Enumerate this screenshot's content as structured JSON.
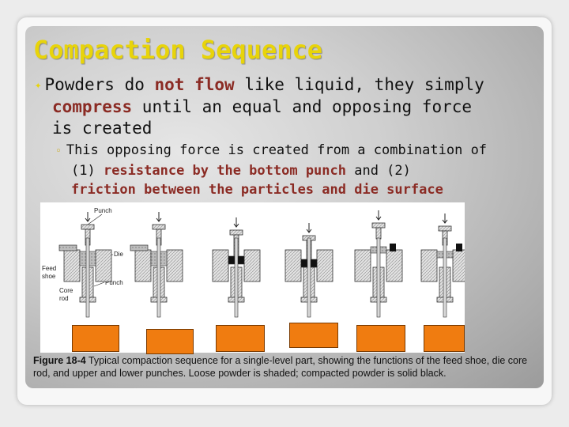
{
  "slide": {
    "title": "Compaction Sequence",
    "bullet1": {
      "pre": "Powders do ",
      "hl1": "not flow",
      "mid": " like liquid, they simply",
      "hl2": "compress",
      "post": " until an equal and opposing force",
      "line3": "is created"
    },
    "bullet2": {
      "line1": "This opposing force is created from a combination of",
      "pre2": "(1) ",
      "hl1": "resistance by the bottom punch",
      "mid2": " and (2)",
      "hl2": "friction between the particles and die surface"
    }
  },
  "figure": {
    "labels": {
      "punch_top": "Punch",
      "die": "Die",
      "feed_shoe": "Feed\nshoe",
      "punch_bottom": "Punch",
      "core_rod": "Core\nrod"
    },
    "caption_label": "Figure 18-4",
    "caption_text": " Typical compaction sequence for a single-level part, showing the functions of the feed shoe, die core rod, and upper and lower punches. Loose powder is shaded; compacted powder is solid black."
  },
  "colors": {
    "title": "#e8d40a",
    "highlight": "#8b2b24",
    "orange_box": "#f07c10"
  }
}
